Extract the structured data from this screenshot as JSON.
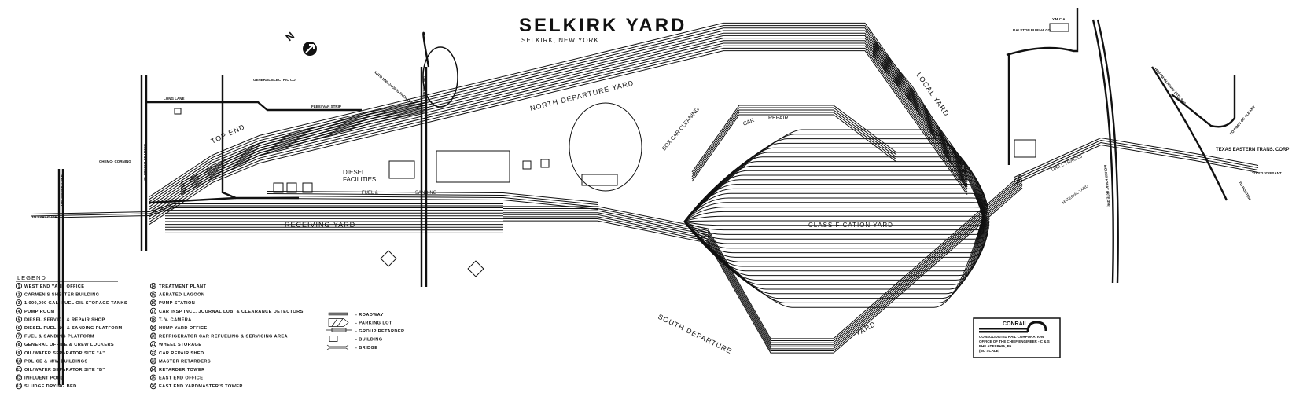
{
  "title": "SELKIRK YARD",
  "subtitle": "SELKIRK, NEW YORK",
  "north_arrow": {
    "letter": "N",
    "icon": "north-arrow-icon"
  },
  "yards": {
    "north_departure": "NORTH DEPARTURE YARD",
    "receiving": "RECEIVING YARD",
    "classification": "CLASSIFICATION YARD",
    "south_departure_a": "SOUTH DEPARTURE",
    "south_departure_b": "YARD",
    "local": "LOCAL YARD",
    "top_end": "TOP END",
    "box_car_cleaning": "BOX CAR CLEANING",
    "car_repair_a": "CAR",
    "car_repair_b": "REPAIR",
    "diesel_a": "DIESEL",
    "diesel_b": "FACILITIES",
    "fuel": "FUEL &",
    "sanding": "SANDING",
    "drill_tracks": "DRILL TRACKS",
    "material_yard": "MATERIAL YARD"
  },
  "places": {
    "to_syracuse": "TO SYRACUSE",
    "delaware": "DELAWARE T'PKE",
    "clarksville": "CLARKSVILLE H'WAY",
    "jericho": "JERICHO RD.",
    "long_lane": "LONG LANE",
    "ge": "GENERAL ELECTRIC CO.",
    "chemo": "CHEMO- CORNING",
    "flexivan": "FLEXI-VAN STRIP",
    "auto": "AUTO UNLOADING FACILITIES",
    "ymca": "Y.M.C.A.",
    "ralston": "RALSTON PURINA CO.",
    "moher": "MOHER H'WAY (RTE 396)",
    "hoffman": "HOFFMAN H'WAY (RTE 9W)",
    "port_albany": "TO PORT OF ALBANY",
    "texas": "TEXAS EASTERN TRANS. CORP",
    "stuyvesant": "TO STUYVESANT",
    "boston": "TO BOSTON"
  },
  "legend": {
    "title": "LEGEND",
    "items": [
      {
        "n": "1",
        "label": "WEST END YARD OFFICE"
      },
      {
        "n": "2",
        "label": "CARMEN'S SHELTER BUILDING"
      },
      {
        "n": "3",
        "label": "1,000,000 GAL. FUEL OIL STORAGE TANKS"
      },
      {
        "n": "4",
        "label": "PUMP ROOM"
      },
      {
        "n": "5",
        "label": "DIESEL SERVICE & REPAIR SHOP"
      },
      {
        "n": "6",
        "label": "DIESEL FUELING & SANDING PLATFORM"
      },
      {
        "n": "7",
        "label": "FUEL & SANDING PLATFORM"
      },
      {
        "n": "8",
        "label": "GENERAL OFFICE & CREW LOCKERS"
      },
      {
        "n": "9",
        "label": "OIL/WATER SEPARATOR SITE \"A\""
      },
      {
        "n": "10",
        "label": "POLICE & M/W BUILDINGS"
      },
      {
        "n": "11",
        "label": "OIL/WATER SEPARATOR SITE \"B\""
      },
      {
        "n": "12",
        "label": "INFLUENT POND"
      },
      {
        "n": "13",
        "label": "SLUDGE DRYING BED"
      },
      {
        "n": "14",
        "label": "TREATMENT PLANT"
      },
      {
        "n": "15",
        "label": "AERATED LAGOON"
      },
      {
        "n": "16",
        "label": "PUMP STATION"
      },
      {
        "n": "17",
        "label": "CAR INSP INCL. JOURNAL LUB. & CLEARANCE DETECTORS"
      },
      {
        "n": "18",
        "label": "T. V. CAMERA"
      },
      {
        "n": "19",
        "label": "HUMP YARD OFFICE"
      },
      {
        "n": "20",
        "label": "REFRIGERATOR CAR REFUELING & SERVICING AREA"
      },
      {
        "n": "21",
        "label": "WHEEL STORAGE"
      },
      {
        "n": "22",
        "label": "CAR REPAIR SHED"
      },
      {
        "n": "23",
        "label": "MASTER RETARDERS"
      },
      {
        "n": "24",
        "label": "RETARDER TOWER"
      },
      {
        "n": "25",
        "label": "EAST END OFFICE"
      },
      {
        "n": "26",
        "label": "EAST END YARDMASTER'S TOWER"
      }
    ]
  },
  "symbols": [
    {
      "label": "- ROADWAY",
      "icon": "roadway-symbol-icon"
    },
    {
      "label": "- PARKING LOT",
      "icon": "parking-lot-symbol-icon"
    },
    {
      "label": "- GROUP RETARDER",
      "icon": "group-retarder-symbol-icon"
    },
    {
      "label": "- BUILDING",
      "icon": "building-symbol-icon"
    },
    {
      "label": "- BRIDGE",
      "icon": "bridge-symbol-icon"
    }
  ],
  "title_block": {
    "brand": "CONRAIL",
    "line1": "CONSOLIDATED RAIL CORPORATION",
    "line2": "OFFICE OF THE CHIEF ENGINEER - C & S",
    "line3": "PHILADELPHIA, PA.",
    "line4": "(NO SCALE)"
  }
}
